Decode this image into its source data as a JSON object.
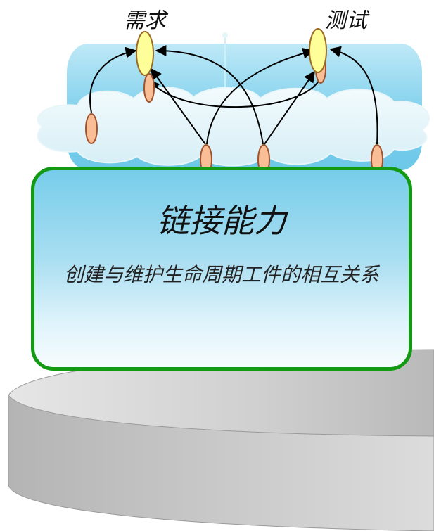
{
  "nodes": {
    "requirements": "需求",
    "tests": "测试"
  },
  "card": {
    "title": "链接能力",
    "description": "创建与维护生命周期工件的相互关系"
  },
  "colors": {
    "card_border": "#139a13",
    "node_primary": "#ffff99",
    "node_secondary": "#f9be96",
    "sky": "#8fd6ef",
    "platform": "#c8c8c8"
  }
}
